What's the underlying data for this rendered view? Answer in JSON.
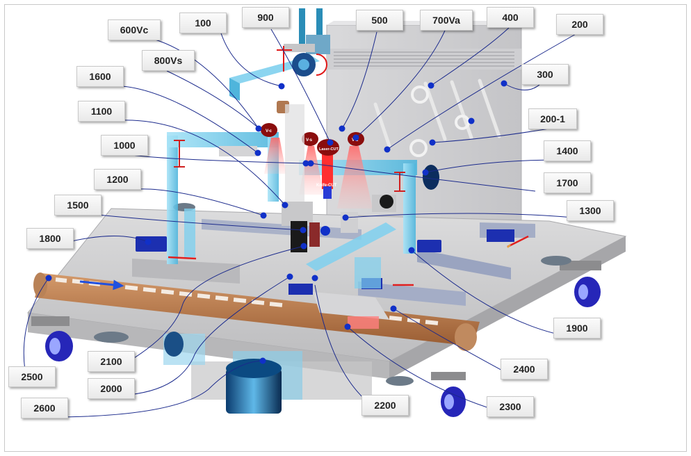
{
  "callouts": {
    "c600vc": "600Vc",
    "c100": "100",
    "c900": "900",
    "c500": "500",
    "c700va": "700Va",
    "c400": "400",
    "c200": "200",
    "c1600": "1600",
    "c800vs": "800Vs",
    "c300": "300",
    "c1100": "1100",
    "c200_1": "200-1",
    "c1000": "1000",
    "c1400": "1400",
    "c1200": "1200",
    "c1700": "1700",
    "c1500": "1500",
    "c1300": "1300",
    "c1800": "1800",
    "c1900": "1900",
    "c2100": "2100",
    "c2000": "2000",
    "c2500": "2500",
    "c2400": "2400",
    "c2600": "2600",
    "c2200": "2200",
    "c2300": "2300"
  },
  "device_tags": {
    "vc": "V-c",
    "vs": "V-s",
    "laser": "Laser-CUT",
    "va": "V-a",
    "knife": "Knife-CUT"
  },
  "colors": {
    "frame_blue": "#7fd0ee",
    "rail_blue": "#2233aa",
    "leader": "#1b2a8c",
    "dot": "#1030c8",
    "base_grey": "#c9c9cb",
    "belt_copper": "#b5774a",
    "laser_red": "#e02020"
  }
}
